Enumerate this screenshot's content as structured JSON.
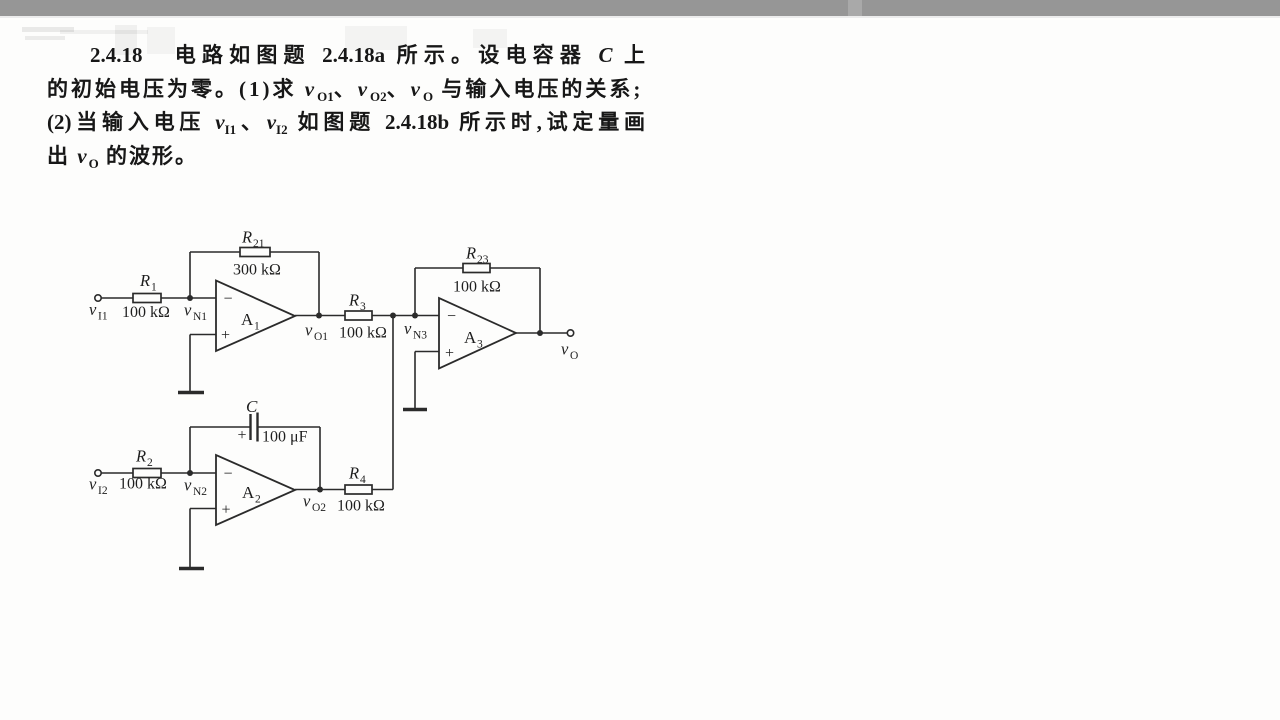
{
  "colors": {
    "topbar": "#969696",
    "ink": "#2b2b2b",
    "paper": "#fdfdfc"
  },
  "problem": {
    "number": "2.4.18",
    "line1_text": "电路如图题 2.4.18a 所示。设电容器 ",
    "line1_var": "C",
    "line1_end": " 上",
    "line2_a": "的初始电压为零。(1)求 ",
    "v": "v",
    "sub_o1": "O1",
    "sub_o2": "O2",
    "sub_o": "O",
    "sub_i1": "I1",
    "sub_i2": "I2",
    "sep": "、",
    "line2_b": " 与输入电压的关系;",
    "line3_a": "(2)当输入电压 ",
    "line3_b": " 如图题 2.4.18b 所示时,试定量画",
    "line4_a": "出 ",
    "line4_b": " 的波形。"
  },
  "circuit": {
    "r1": {
      "base": "R",
      "sub": "1"
    },
    "r1_value": "100 kΩ",
    "r2": {
      "base": "R",
      "sub": "2"
    },
    "r2_value": "100 kΩ",
    "r3": {
      "base": "R",
      "sub": "3"
    },
    "r3_value": "100 kΩ",
    "r4": {
      "base": "R",
      "sub": "4"
    },
    "r4_value": "100 kΩ",
    "r21": {
      "base": "R",
      "sub": "21"
    },
    "r21_value": "300 kΩ",
    "r23": {
      "base": "R",
      "sub": "23"
    },
    "r23_value": "100 kΩ",
    "cap": {
      "base": "C"
    },
    "cap_value": "100 μF",
    "a1": {
      "base": "A",
      "sub": "1"
    },
    "a2": {
      "base": "A",
      "sub": "2"
    },
    "a3": {
      "base": "A",
      "sub": "3"
    },
    "vi1": {
      "base": "v",
      "sub": "I1"
    },
    "vi2": {
      "base": "v",
      "sub": "I2"
    },
    "vn1": {
      "base": "v",
      "sub": "N1"
    },
    "vn2": {
      "base": "v",
      "sub": "N2"
    },
    "vn3": {
      "base": "v",
      "sub": "N3"
    },
    "vo1": {
      "base": "v",
      "sub": "O1"
    },
    "vo2": {
      "base": "v",
      "sub": "O2"
    },
    "vo": {
      "base": "v",
      "sub": "O"
    },
    "minus": "−",
    "plus": "+",
    "cap_plus": "+"
  }
}
